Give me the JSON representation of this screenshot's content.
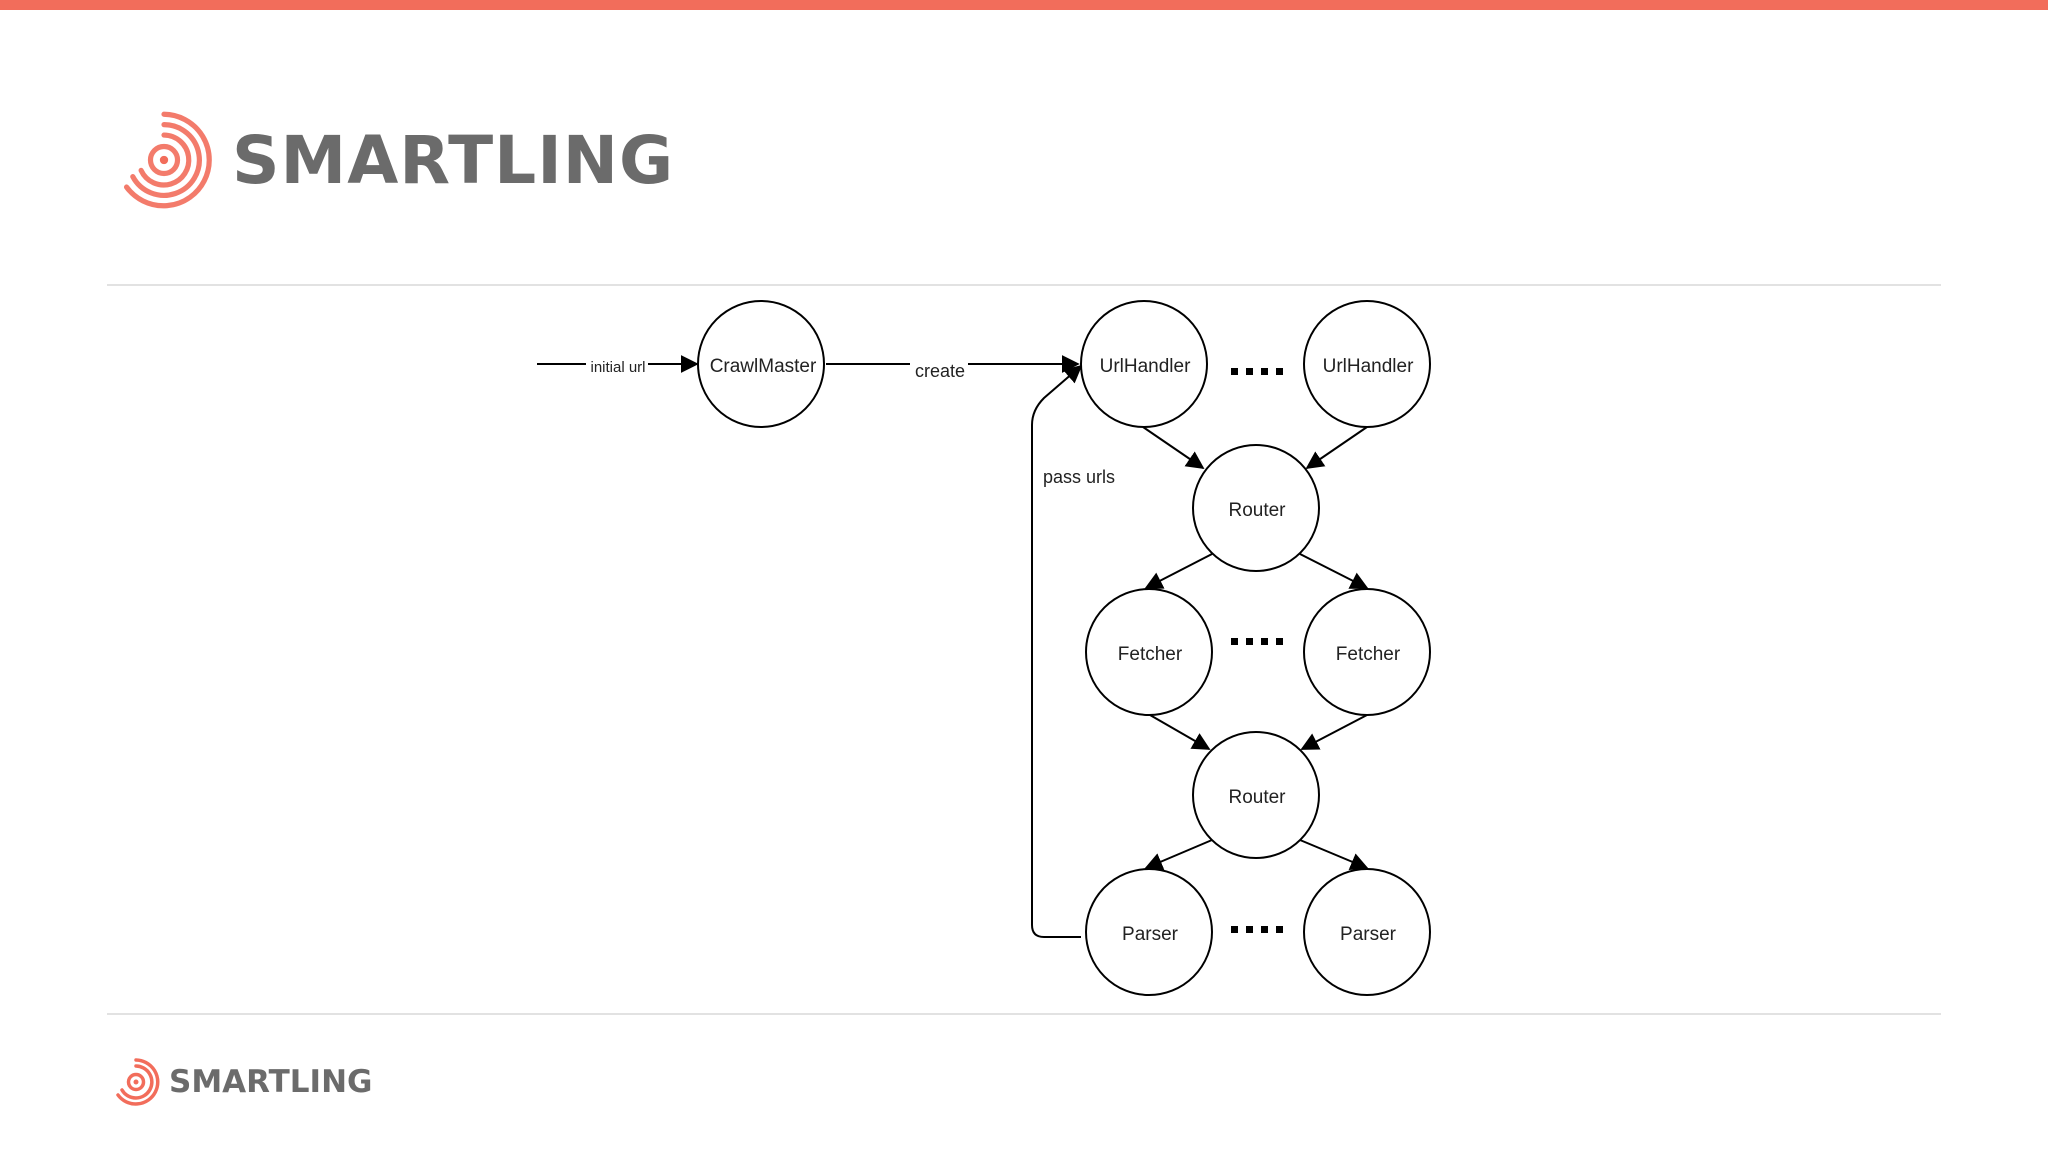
{
  "brand": {
    "name": "SMARTLING",
    "accent_color": "#f26d5b",
    "logo_icon": "concentric-spiral-logo-icon"
  },
  "diagram": {
    "nodes": {
      "crawl_master": "CrawlMaster",
      "url_handler_1": "UrlHandler",
      "url_handler_2": "UrlHandler",
      "router_1": "Router",
      "fetcher_1": "Fetcher",
      "fetcher_2": "Fetcher",
      "router_2": "Router",
      "parser_1": "Parser",
      "parser_2": "Parser"
    },
    "edges": {
      "initial_url": "initial url",
      "create": "create",
      "pass_urls": "pass urls"
    },
    "ellipsis": "...."
  },
  "footer": {
    "brand_name": "SMARTLING"
  }
}
